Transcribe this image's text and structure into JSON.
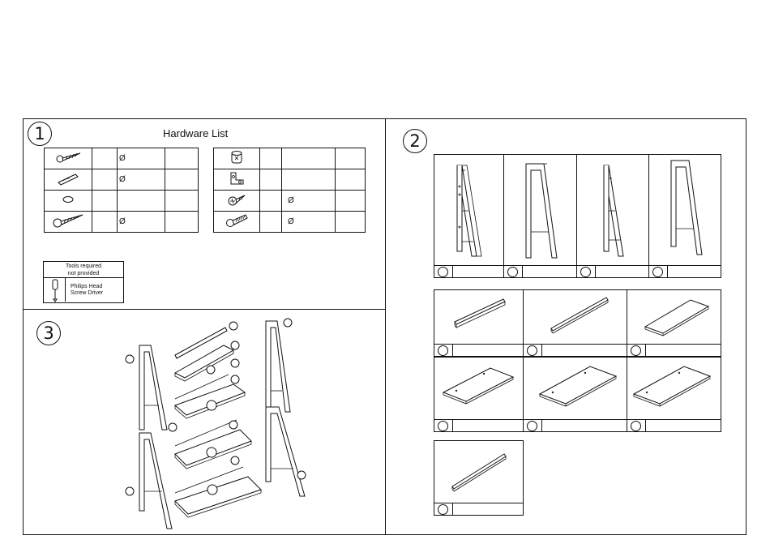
{
  "step1": {
    "number": "1",
    "title": "Hardware List",
    "hardware_left": [
      {
        "icon": "wood-screw-icon",
        "qty": "",
        "size": "Ø",
        "extra": ""
      },
      {
        "icon": "wooden-dowel-icon",
        "qty": "",
        "size": "Ø",
        "extra": ""
      },
      {
        "icon": "washer-icon",
        "qty": "",
        "size": "",
        "extra": ""
      },
      {
        "icon": "long-screw-icon",
        "qty": "",
        "size": "Ø",
        "extra": ""
      }
    ],
    "hardware_right": [
      {
        "icon": "cam-lock-icon",
        "qty": "",
        "size": "",
        "extra": ""
      },
      {
        "icon": "l-bracket-icon",
        "qty": "",
        "size": "",
        "extra": ""
      },
      {
        "icon": "short-screw-icon",
        "qty": "",
        "size": "Ø",
        "extra": ""
      },
      {
        "icon": "wall-anchor-icon",
        "qty": "",
        "size": "Ø",
        "extra": ""
      }
    ],
    "tools": {
      "header": "Tools required\nnot provided",
      "tool_line1": "Philips Head",
      "tool_line2": "Screw Driver",
      "tool_icon": "screwdriver-icon"
    }
  },
  "step2": {
    "number": "2",
    "frames": [
      {
        "label": ""
      },
      {
        "label": ""
      },
      {
        "label": ""
      },
      {
        "label": ""
      }
    ],
    "rails": [
      {
        "label": ""
      },
      {
        "label": ""
      }
    ],
    "shelves": [
      {
        "label": ""
      },
      {
        "label": ""
      },
      {
        "label": ""
      },
      {
        "label": ""
      }
    ],
    "back_rail": {
      "label": ""
    }
  },
  "step3": {
    "number": "3"
  }
}
